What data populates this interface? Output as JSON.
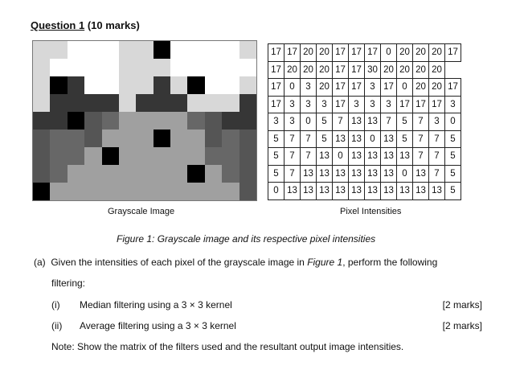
{
  "question": {
    "label": "Question 1",
    "marks_text": "(10 marks)"
  },
  "pixel_intensities": [
    [
      17,
      17,
      20,
      20,
      17,
      17,
      17,
      0,
      20,
      20,
      20,
      17
    ],
    [
      17,
      20,
      20,
      20,
      17,
      17,
      30,
      20,
      20,
      20,
      20
    ],
    [
      17,
      0,
      3,
      20,
      17,
      17,
      3,
      17,
      0,
      20,
      20,
      17
    ],
    [
      17,
      3,
      3,
      3,
      17,
      3,
      3,
      3,
      17,
      17,
      17,
      3
    ],
    [
      3,
      3,
      0,
      5,
      7,
      13,
      13,
      7,
      5,
      7,
      3,
      0
    ],
    [
      5,
      7,
      7,
      5,
      13,
      13,
      0,
      13,
      5,
      7,
      7,
      5
    ],
    [
      5,
      7,
      7,
      13,
      0,
      13,
      13,
      13,
      13,
      7,
      7,
      5
    ],
    [
      5,
      7,
      13,
      13,
      13,
      13,
      13,
      13,
      0,
      13,
      7,
      5
    ],
    [
      0,
      13,
      13,
      13,
      13,
      13,
      13,
      13,
      13,
      13,
      13,
      5
    ]
  ],
  "gray_image": {
    "colors": [
      [
        "#d8d8d8",
        "#d8d8d8",
        "#ffffff",
        "#ffffff",
        "#ffffff",
        "#d8d8d8",
        "#d8d8d8",
        "#000000",
        "#ffffff",
        "#ffffff",
        "#ffffff",
        "#ffffff",
        "#d8d8d8"
      ],
      [
        "#d8d8d8",
        "#ffffff",
        "#ffffff",
        "#ffffff",
        "#ffffff",
        "#d8d8d8",
        "#d8d8d8",
        "#d8d8d8",
        "#ffffff",
        "#ffffff",
        "#ffffff",
        "#ffffff",
        "#ffffff"
      ],
      [
        "#d8d8d8",
        "#000000",
        "#363636",
        "#ffffff",
        "#ffffff",
        "#d8d8d8",
        "#d8d8d8",
        "#363636",
        "#d8d8d8",
        "#000000",
        "#ffffff",
        "#ffffff",
        "#d8d8d8"
      ],
      [
        "#d8d8d8",
        "#363636",
        "#363636",
        "#363636",
        "#363636",
        "#d8d8d8",
        "#363636",
        "#363636",
        "#363636",
        "#d8d8d8",
        "#d8d8d8",
        "#d8d8d8",
        "#363636"
      ],
      [
        "#363636",
        "#363636",
        "#000000",
        "#555555",
        "#676767",
        "#a0a0a0",
        "#a0a0a0",
        "#a0a0a0",
        "#a0a0a0",
        "#676767",
        "#555555",
        "#363636",
        "#363636"
      ],
      [
        "#555555",
        "#676767",
        "#676767",
        "#555555",
        "#a0a0a0",
        "#a0a0a0",
        "#a0a0a0",
        "#000000",
        "#a0a0a0",
        "#a0a0a0",
        "#555555",
        "#676767",
        "#555555"
      ],
      [
        "#555555",
        "#676767",
        "#676767",
        "#a0a0a0",
        "#000000",
        "#a0a0a0",
        "#a0a0a0",
        "#a0a0a0",
        "#a0a0a0",
        "#a0a0a0",
        "#676767",
        "#676767",
        "#555555"
      ],
      [
        "#555555",
        "#676767",
        "#a0a0a0",
        "#a0a0a0",
        "#a0a0a0",
        "#a0a0a0",
        "#a0a0a0",
        "#a0a0a0",
        "#a0a0a0",
        "#000000",
        "#a0a0a0",
        "#676767",
        "#555555"
      ],
      [
        "#000000",
        "#a0a0a0",
        "#a0a0a0",
        "#a0a0a0",
        "#a0a0a0",
        "#a0a0a0",
        "#a0a0a0",
        "#a0a0a0",
        "#a0a0a0",
        "#a0a0a0",
        "#a0a0a0",
        "#a0a0a0",
        "#555555"
      ]
    ]
  },
  "captions": {
    "grayscale": "Grayscale Image",
    "pixels": "Pixel Intensities",
    "figure": "Figure 1: Grayscale image and its respective pixel intensities"
  },
  "part_a": {
    "prefix": "(a)",
    "text_before": "Given the intensities of each pixel of the grayscale image in ",
    "figure_ref": "Figure 1",
    "text_after": ", perform the following",
    "line2": "filtering:",
    "items": [
      {
        "num": "(i)",
        "text": "Median filtering using a 3 × 3 kernel",
        "marks": "[2 marks]"
      },
      {
        "num": "(ii)",
        "text": "Average filtering using a 3 × 3 kernel",
        "marks": "[2 marks]"
      }
    ],
    "note": "Note: Show the matrix of the filters used and the resultant output image intensities."
  }
}
